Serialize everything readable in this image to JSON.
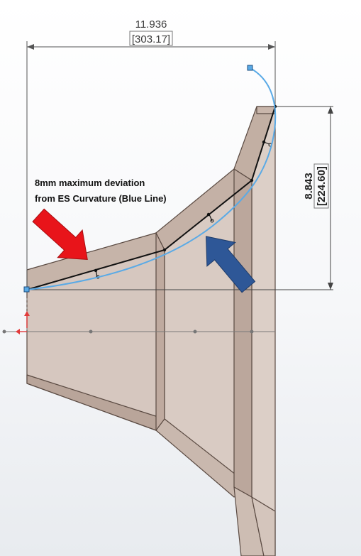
{
  "dimensions": {
    "width": {
      "value": "11.936",
      "metric": "[303.17]"
    },
    "height": {
      "value": "8.843",
      "metric": "[224.60]"
    }
  },
  "annotation": {
    "line1": "8mm maximum deviation",
    "line2": "from ES Curvature (Blue Line)"
  },
  "colors": {
    "horn_body": "#cdbcb2",
    "horn_edge": "#5a4a42",
    "es_curve": "#5aaae6",
    "red_arrow": "#e8141a",
    "blue_arrow": "#2e5797"
  }
}
